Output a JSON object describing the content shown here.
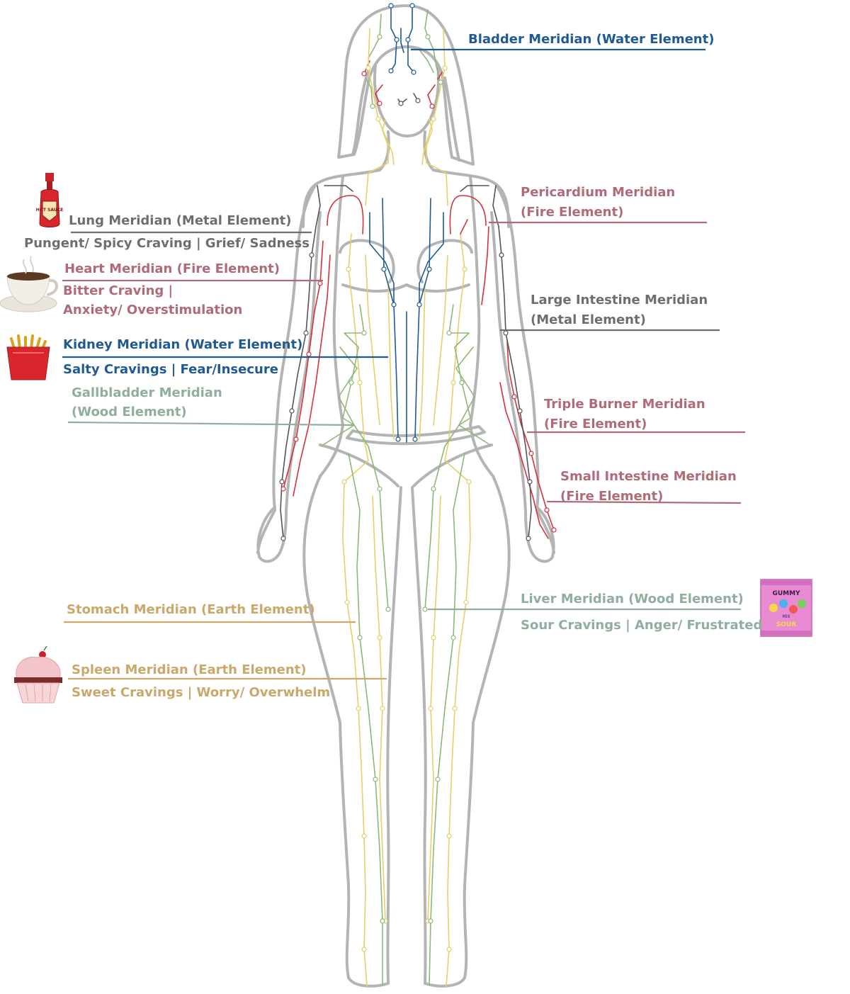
{
  "colors": {
    "water": "#1f5a92",
    "fire": "#b06b77",
    "metal": "#6e6e6e",
    "wood": "#8fae9b",
    "earth": "#c9a86a",
    "outline": "#b4b4b4",
    "meridian_red": "#d6313a",
    "meridian_blue": "#1f5a92",
    "meridian_yellow": "#e6cf66",
    "meridian_green": "#8fb878",
    "meridian_gray": "#555555"
  },
  "labels": {
    "bladder": "Bladder Meridian (Water Element)",
    "pericardium_1": "Pericardium Meridian",
    "pericardium_2": "(Fire Element)",
    "lung": "Lung Meridian (Metal Element)",
    "lung_craving": "Pungent/ Spicy Craving | Grief/ Sadness",
    "heart": "Heart Meridian (Fire Element)",
    "heart_craving_1": "Bitter Craving |",
    "heart_craving_2": "Anxiety/ Overstimulation",
    "large_intestine_1": "Large Intestine Meridian",
    "large_intestine_2": "(Metal Element)",
    "kidney": "Kidney Meridian (Water Element)",
    "kidney_craving": "Salty Cravings | Fear/Insecure",
    "gallbladder_1": "Gallbladder Meridian",
    "gallbladder_2": "(Wood Element)",
    "triple_burner_1": "Triple Burner Meridian",
    "triple_burner_2": "(Fire Element)",
    "small_intestine_1": "Small Intestine Meridian",
    "small_intestine_2": "(Fire Element)",
    "liver": "Liver Meridian (Wood Element)",
    "liver_craving": "Sour Cravings | Anger/ Frustrated",
    "stomach": "Stomach Meridian (Earth Element)",
    "spleen": "Spleen Meridian (Earth Element)",
    "spleen_craving": "Sweet Cravings | Worry/ Overwhelm"
  },
  "icon_text": {
    "hot_sauce": "HOT SAUCE",
    "gummy": "GUMMY",
    "gummy_mix": "MIX",
    "gummy_sour": "SOUR"
  },
  "icons": [
    "hot-sauce-bottle-icon",
    "coffee-cup-icon",
    "french-fries-icon",
    "gummy-candy-bag-icon",
    "cupcake-icon"
  ]
}
